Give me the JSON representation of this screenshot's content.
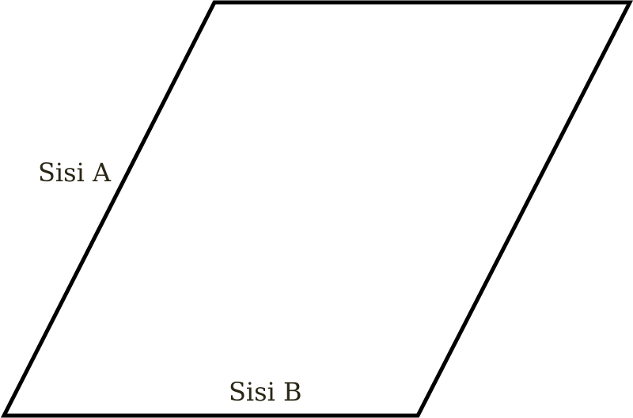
{
  "diagram": {
    "shape": "parallelogram",
    "labels": {
      "side_a": "Sisi A",
      "side_b": "Sisi B"
    },
    "colors": {
      "background": "#ffffff",
      "outline": "#000000",
      "label_text": "#2b2716"
    }
  }
}
